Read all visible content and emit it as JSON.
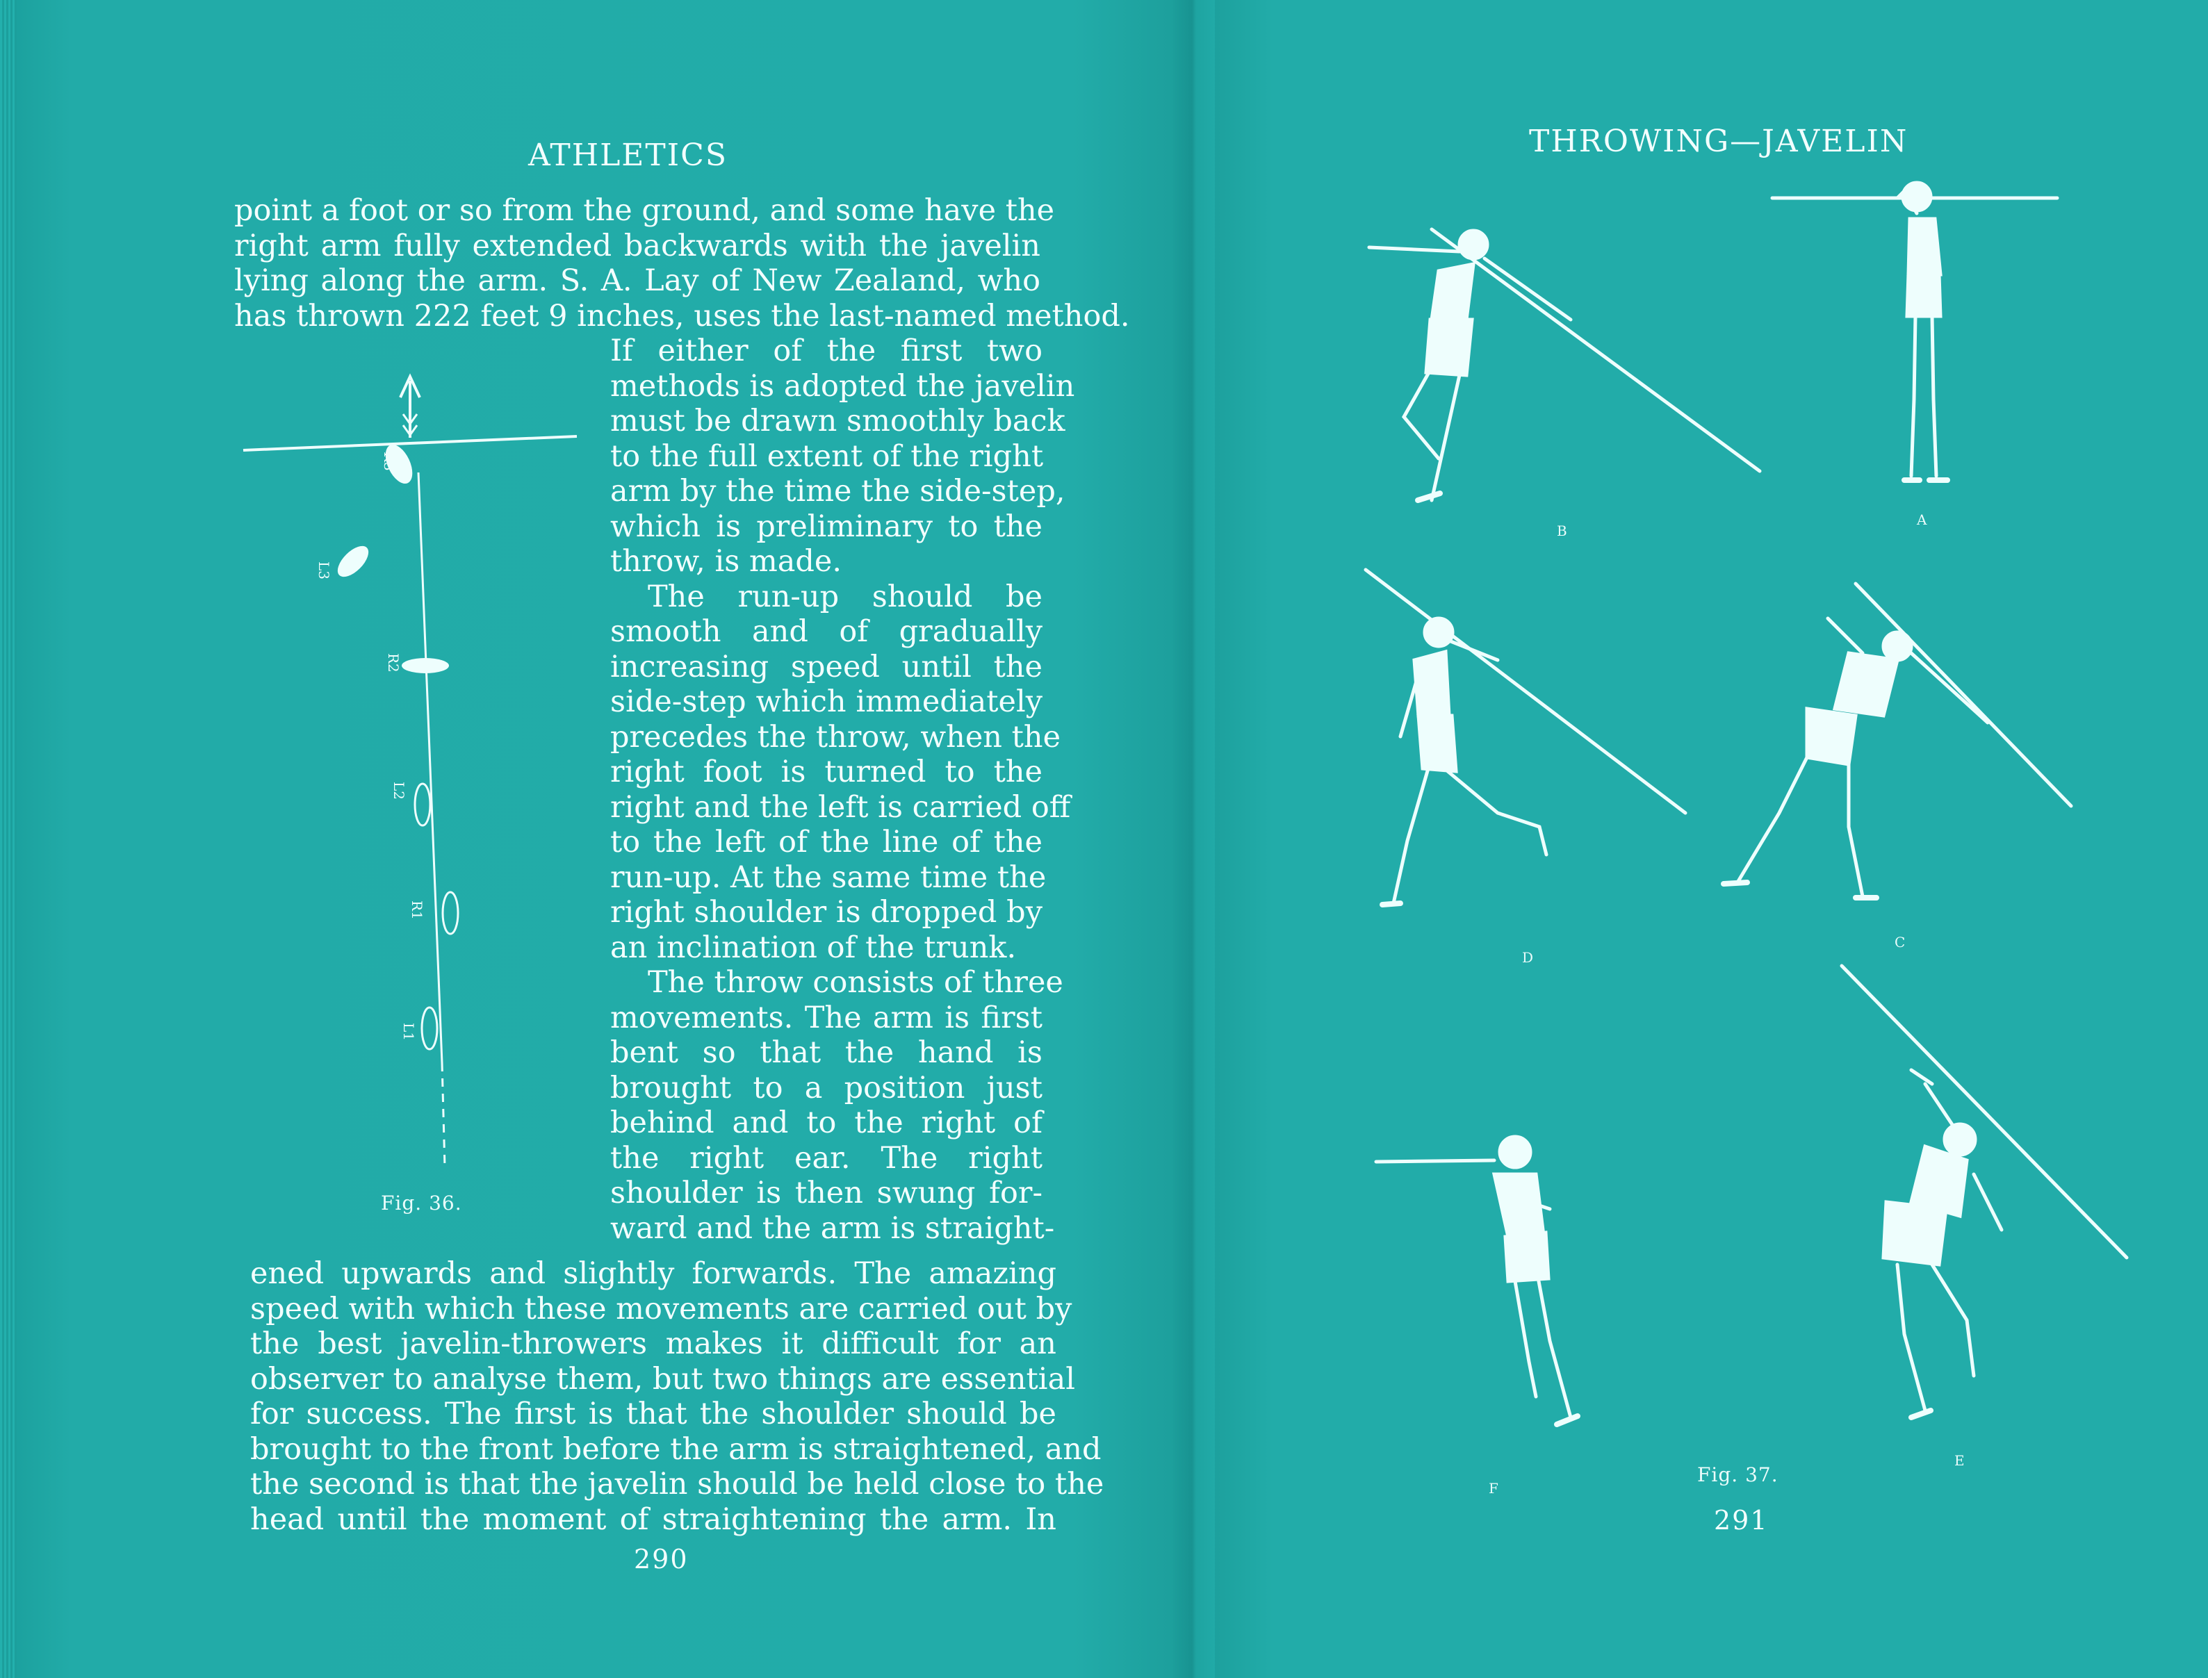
{
  "left_page": {
    "running_head": "ATHLETICS",
    "full_lines_top": [
      "point a foot or so from the ground, and some have the",
      "right arm fully extended backwards with the javelin",
      "lying along the arm.  S. A. Lay of New Zealand, who",
      "has thrown 222 feet 9 inches, uses the last-named method."
    ],
    "column_lines": [
      "If either of the first two",
      "methods is adopted the javelin",
      "must be drawn smoothly back",
      "to the full extent of the right",
      "arm by the time the side-step,",
      "which is preliminary to the",
      "throw, is made.",
      "The run-up should be",
      "smooth and of gradually",
      "increasing speed until the",
      "side-step which immediately",
      "precedes the throw, when the",
      "right foot is turned to the",
      "right and the left is carried off",
      "to the left of the line of the",
      "run-up.  At the same time the",
      "right shoulder is dropped by",
      "an inclination of the trunk.",
      "The throw consists of three",
      "movements.  The arm is first",
      "bent so that the hand is",
      "brought to a position just",
      "behind and to the right of",
      "the right ear.  The right",
      "shoulder is then swung for-",
      "ward and the arm is straight-"
    ],
    "full_lines_bottom": [
      "ened upwards and slightly forwards.  The amazing",
      "speed with which these movements are carried out by",
      "the best javelin-throwers makes it difficult for an",
      "observer to analyse them, but two things are essential",
      "for success.  The first is that the shoulder should be",
      "brought to the front before the arm is straightened, and",
      "the second is that the javelin should be held close to the",
      "head until the moment of straightening the arm.  In"
    ],
    "figure_caption": "Fig. 36.",
    "foot_labels": [
      "R3",
      "L3",
      "R2",
      "L2",
      "R1",
      "L1"
    ],
    "page_number": "290"
  },
  "right_page": {
    "running_head": "THROWING—JAVELIN",
    "figure_letters": [
      "B",
      "A",
      "D",
      "C",
      "F",
      "E"
    ],
    "figure_caption": "Fig. 37.",
    "page_number": "291"
  }
}
